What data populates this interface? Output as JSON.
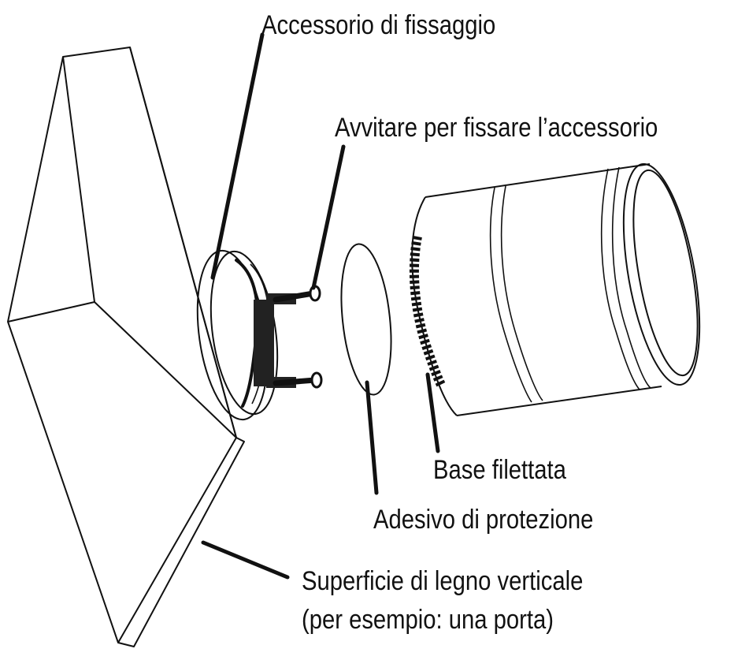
{
  "labels": {
    "mounting_accessory": "Accessorio di fissaggio",
    "screw_to_fix": "Avvitare per fissare l’accessorio",
    "threaded_base": "Base filettata",
    "protective_adhesive": "Adesivo di protezione",
    "surface_line1": "Superficie di legno verticale",
    "surface_line2": "(per esempio: una porta)"
  },
  "icons": [
    "wooden-board-icon",
    "mounting-bracket-icon",
    "screw-icon",
    "adhesive-disc-icon",
    "threaded-cylinder-icon"
  ],
  "colors": {
    "ink": "#111111",
    "background": "#ffffff"
  }
}
